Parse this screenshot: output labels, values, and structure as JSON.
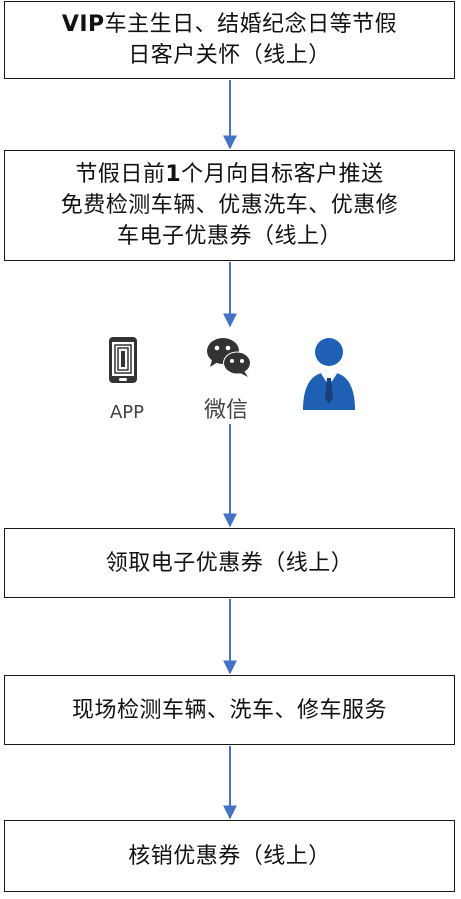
{
  "steps": [
    {
      "lines": [
        "VIP车主生日、结婚纪念日等节假",
        "日客户关怀（线上）"
      ]
    },
    {
      "lines": [
        "节假日前1个月向目标客户推送",
        "免费检测车辆、优惠洗车、优惠修",
        "车电子优惠券（线上）"
      ]
    },
    {
      "lines": [
        "领取电子优惠券（线上）"
      ]
    },
    {
      "lines": [
        "现场检测车辆、洗车、修车服务"
      ]
    },
    {
      "lines": [
        "核销优惠券（线上）"
      ]
    }
  ],
  "channels": [
    {
      "label": "APP",
      "icon": "mobile-phone-icon"
    },
    {
      "label": "微信",
      "icon": "wechat-icon"
    },
    {
      "label": "",
      "icon": "person-icon"
    }
  ],
  "colors": {
    "arrow": "#4472c4",
    "border": "#1a1a1a",
    "icon_dark": "#333333",
    "person_blue": "#1f5fb4"
  }
}
